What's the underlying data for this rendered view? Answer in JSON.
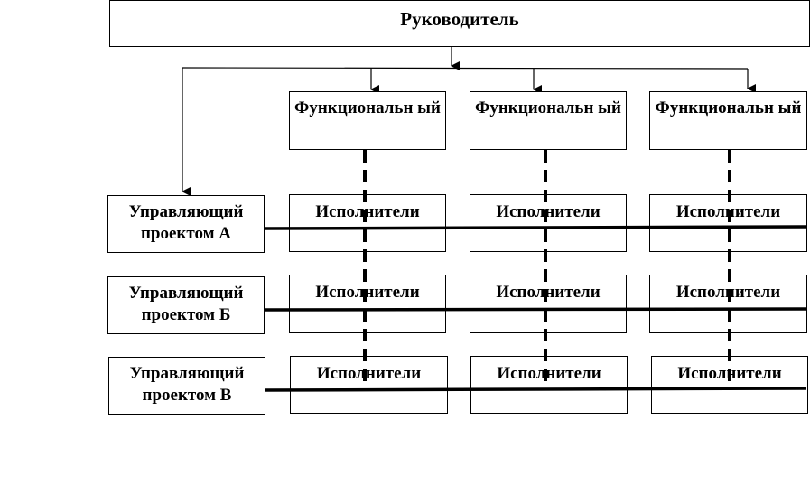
{
  "head": {
    "label": "Руководитель"
  },
  "functional": [
    {
      "label": "Функциональн ый"
    },
    {
      "label": "Функциональн ый"
    },
    {
      "label": "Функциональн ый"
    }
  ],
  "managers": [
    {
      "label": "Управляющий проектом А"
    },
    {
      "label": "Управляющий проектом Б"
    },
    {
      "label": "Управляющий проектом В"
    }
  ],
  "executors": [
    [
      "Исполнители",
      "Исполнители",
      "Исполнители"
    ],
    [
      "Исполнители",
      "Исполнители",
      "Исполнители"
    ],
    [
      "Исполнители",
      "Исполнители",
      "Исполнители"
    ]
  ]
}
